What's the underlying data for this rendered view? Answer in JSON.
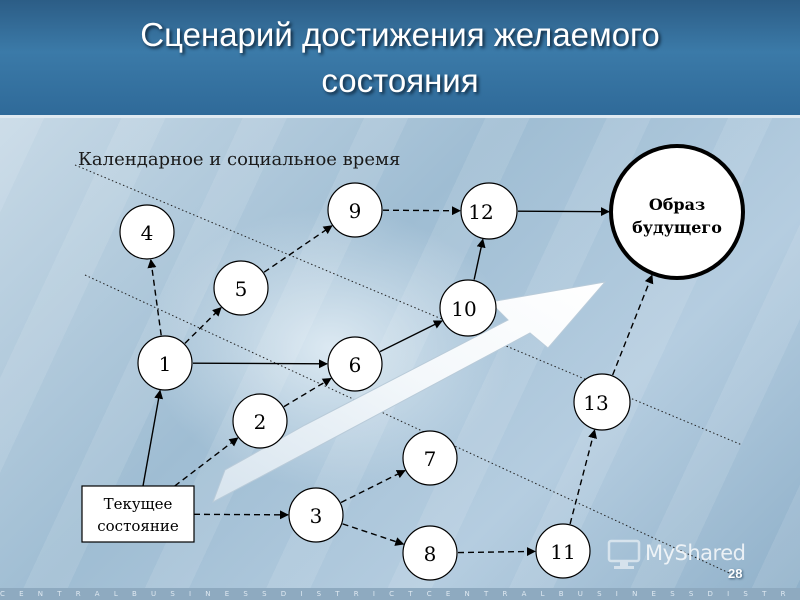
{
  "slide": {
    "title_line1": "Сценарий достижения желаемого",
    "title_line2": "состояния",
    "number": "28",
    "footer_text": "C E N T R A L B U S I N E S S D I S T R I C T C E N T R A L B U S I N E S S D I S T R I C T C E N T R A"
  },
  "diagram": {
    "time_label": "Календарное и социальное время",
    "nodes": [
      {
        "id": "n1",
        "label": "1"
      },
      {
        "id": "n2",
        "label": "2"
      },
      {
        "id": "n3",
        "label": "3"
      },
      {
        "id": "n4",
        "label": "4"
      },
      {
        "id": "n5",
        "label": "5"
      },
      {
        "id": "n6",
        "label": "6"
      },
      {
        "id": "n7",
        "label": "7"
      },
      {
        "id": "n8",
        "label": "8"
      },
      {
        "id": "n9",
        "label": "9"
      },
      {
        "id": "n10",
        "label": "10"
      },
      {
        "id": "n11",
        "label": "11"
      },
      {
        "id": "n12",
        "label": "12"
      },
      {
        "id": "n13",
        "label": "13"
      }
    ],
    "start": {
      "line1": "Текущее",
      "line2": "состояние"
    },
    "goal": {
      "line1": "Образ",
      "line2": "будущего"
    },
    "edges": [
      {
        "from": "start",
        "to": "n1",
        "style": "solid"
      },
      {
        "from": "start",
        "to": "n2",
        "style": "dashed"
      },
      {
        "from": "start",
        "to": "n3",
        "style": "dashed"
      },
      {
        "from": "n1",
        "to": "n4",
        "style": "dashed"
      },
      {
        "from": "n1",
        "to": "n5",
        "style": "dashed"
      },
      {
        "from": "n1",
        "to": "n6",
        "style": "solid"
      },
      {
        "from": "n2",
        "to": "n6",
        "style": "dashed"
      },
      {
        "from": "n5",
        "to": "n9",
        "style": "dashed"
      },
      {
        "from": "n9",
        "to": "n12",
        "style": "dashed"
      },
      {
        "from": "n12",
        "to": "goal",
        "style": "solid"
      },
      {
        "from": "n6",
        "to": "n10",
        "style": "solid"
      },
      {
        "from": "n10",
        "to": "n12",
        "style": "solid"
      },
      {
        "from": "n3",
        "to": "n7",
        "style": "dashed"
      },
      {
        "from": "n3",
        "to": "n8",
        "style": "dashed"
      },
      {
        "from": "n8",
        "to": "n11",
        "style": "dashed"
      },
      {
        "from": "n11",
        "to": "n13",
        "style": "dashed"
      },
      {
        "from": "n13",
        "to": "goal",
        "style": "dashed"
      }
    ]
  },
  "watermark": {
    "text": "MyShared"
  }
}
